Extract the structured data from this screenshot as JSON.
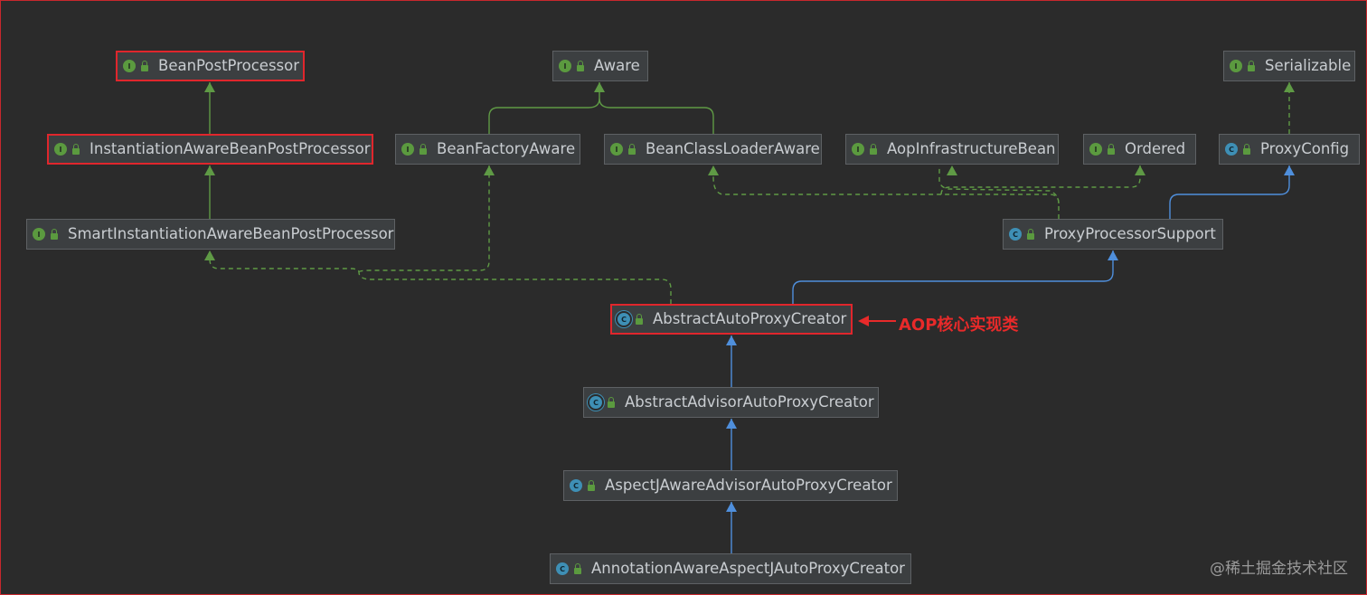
{
  "diagram": {
    "nodes": [
      {
        "id": "bpp",
        "label": "BeanPostProcessor",
        "kind": "interface",
        "icon": "interface-icon",
        "highlight": true
      },
      {
        "id": "aware",
        "label": "Aware",
        "kind": "interface",
        "icon": "interface-icon",
        "highlight": false
      },
      {
        "id": "ser",
        "label": "Serializable",
        "kind": "interface",
        "icon": "interface-icon",
        "highlight": false
      },
      {
        "id": "iabpp",
        "label": "InstantiationAwareBeanPostProcessor",
        "kind": "interface",
        "icon": "interface-icon",
        "highlight": true
      },
      {
        "id": "bfa",
        "label": "BeanFactoryAware",
        "kind": "interface",
        "icon": "interface-icon",
        "highlight": false
      },
      {
        "id": "bcla",
        "label": "BeanClassLoaderAware",
        "kind": "interface",
        "icon": "interface-icon",
        "highlight": false
      },
      {
        "id": "aib",
        "label": "AopInfrastructureBean",
        "kind": "interface",
        "icon": "interface-icon",
        "highlight": false
      },
      {
        "id": "ord",
        "label": "Ordered",
        "kind": "interface",
        "icon": "interface-icon",
        "highlight": false
      },
      {
        "id": "pc",
        "label": "ProxyConfig",
        "kind": "class",
        "icon": "class-icon",
        "highlight": false
      },
      {
        "id": "siabpp",
        "label": "SmartInstantiationAwareBeanPostProcessor",
        "kind": "interface",
        "icon": "interface-icon",
        "highlight": false
      },
      {
        "id": "pps",
        "label": "ProxyProcessorSupport",
        "kind": "class",
        "icon": "class-icon",
        "highlight": false
      },
      {
        "id": "aapc",
        "label": "AbstractAutoProxyCreator",
        "kind": "abstract",
        "icon": "abstract-class-icon",
        "highlight": true
      },
      {
        "id": "aaapc",
        "label": "AbstractAdvisorAutoProxyCreator",
        "kind": "abstract",
        "icon": "abstract-class-icon",
        "highlight": false
      },
      {
        "id": "ajaapc",
        "label": "AspectJAwareAdvisorAutoProxyCreator",
        "kind": "class",
        "icon": "class-icon",
        "highlight": false
      },
      {
        "id": "aaajapc",
        "label": "AnnotationAwareAspectJAutoProxyCreator",
        "kind": "class",
        "icon": "class-icon",
        "highlight": false
      }
    ],
    "edges": [
      {
        "from": "iabpp",
        "to": "bpp",
        "type": "extends-interface"
      },
      {
        "from": "siabpp",
        "to": "iabpp",
        "type": "extends-interface"
      },
      {
        "from": "bfa",
        "to": "aware",
        "type": "extends-interface"
      },
      {
        "from": "bcla",
        "to": "aware",
        "type": "extends-interface"
      },
      {
        "from": "pc",
        "to": "ser",
        "type": "implements"
      },
      {
        "from": "pps",
        "to": "pc",
        "type": "extends-class"
      },
      {
        "from": "pps",
        "to": "bcla",
        "type": "implements"
      },
      {
        "from": "pps",
        "to": "aib",
        "type": "implements"
      },
      {
        "from": "pps",
        "to": "ord",
        "type": "implements"
      },
      {
        "from": "aapc",
        "to": "siabpp",
        "type": "implements"
      },
      {
        "from": "aapc",
        "to": "bfa",
        "type": "implements"
      },
      {
        "from": "aapc",
        "to": "pps",
        "type": "extends-class"
      },
      {
        "from": "aaapc",
        "to": "aapc",
        "type": "extends-class"
      },
      {
        "from": "ajaapc",
        "to": "aaapc",
        "type": "extends-class"
      },
      {
        "from": "aaajapc",
        "to": "ajaapc",
        "type": "extends-class"
      }
    ],
    "annotation": {
      "text": "AOP核心实现类",
      "target": "aapc"
    },
    "colors": {
      "interface_edge": "#5f9a45",
      "class_edge": "#4f8fdc",
      "highlight_border": "#e0262c",
      "annotation": "#e82a2a"
    }
  },
  "watermark": "@稀土掘金技术社区"
}
